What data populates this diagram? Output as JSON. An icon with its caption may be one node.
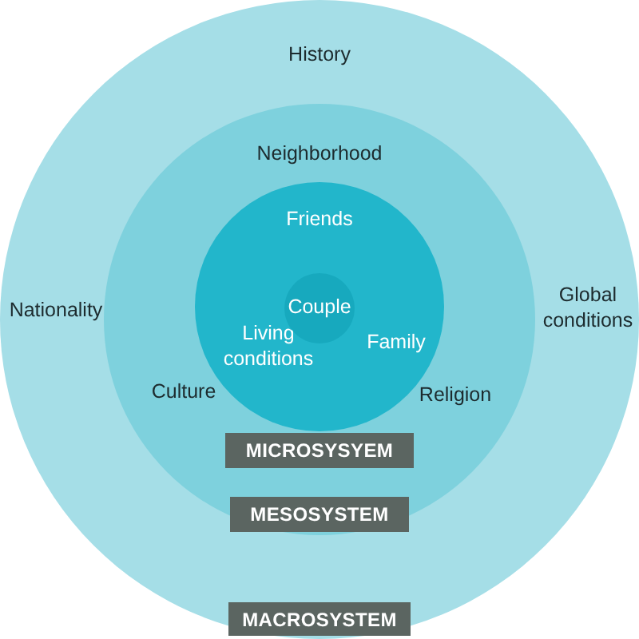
{
  "diagram": {
    "nodes": [
      {
        "text": [
          "History",
          "Nationality",
          "Global conditions"
        ]
      },
      {
        "text": [
          "Neighborhood",
          "Culture",
          "Religion"
        ],
        "in": 0
      },
      {
        "text": [
          "Friends",
          "Living conditions",
          "Family"
        ],
        "in": 1
      },
      {
        "text": [
          "Couple"
        ],
        "in": 2
      },
      {
        "text": [
          "MICROSYSYEM"
        ],
        "in": 1
      },
      {
        "text": [
          "MESOSYSTEM"
        ],
        "in": 1
      },
      {
        "text": [
          "MACROSYSTEM"
        ],
        "in": 0
      }
    ]
  }
}
